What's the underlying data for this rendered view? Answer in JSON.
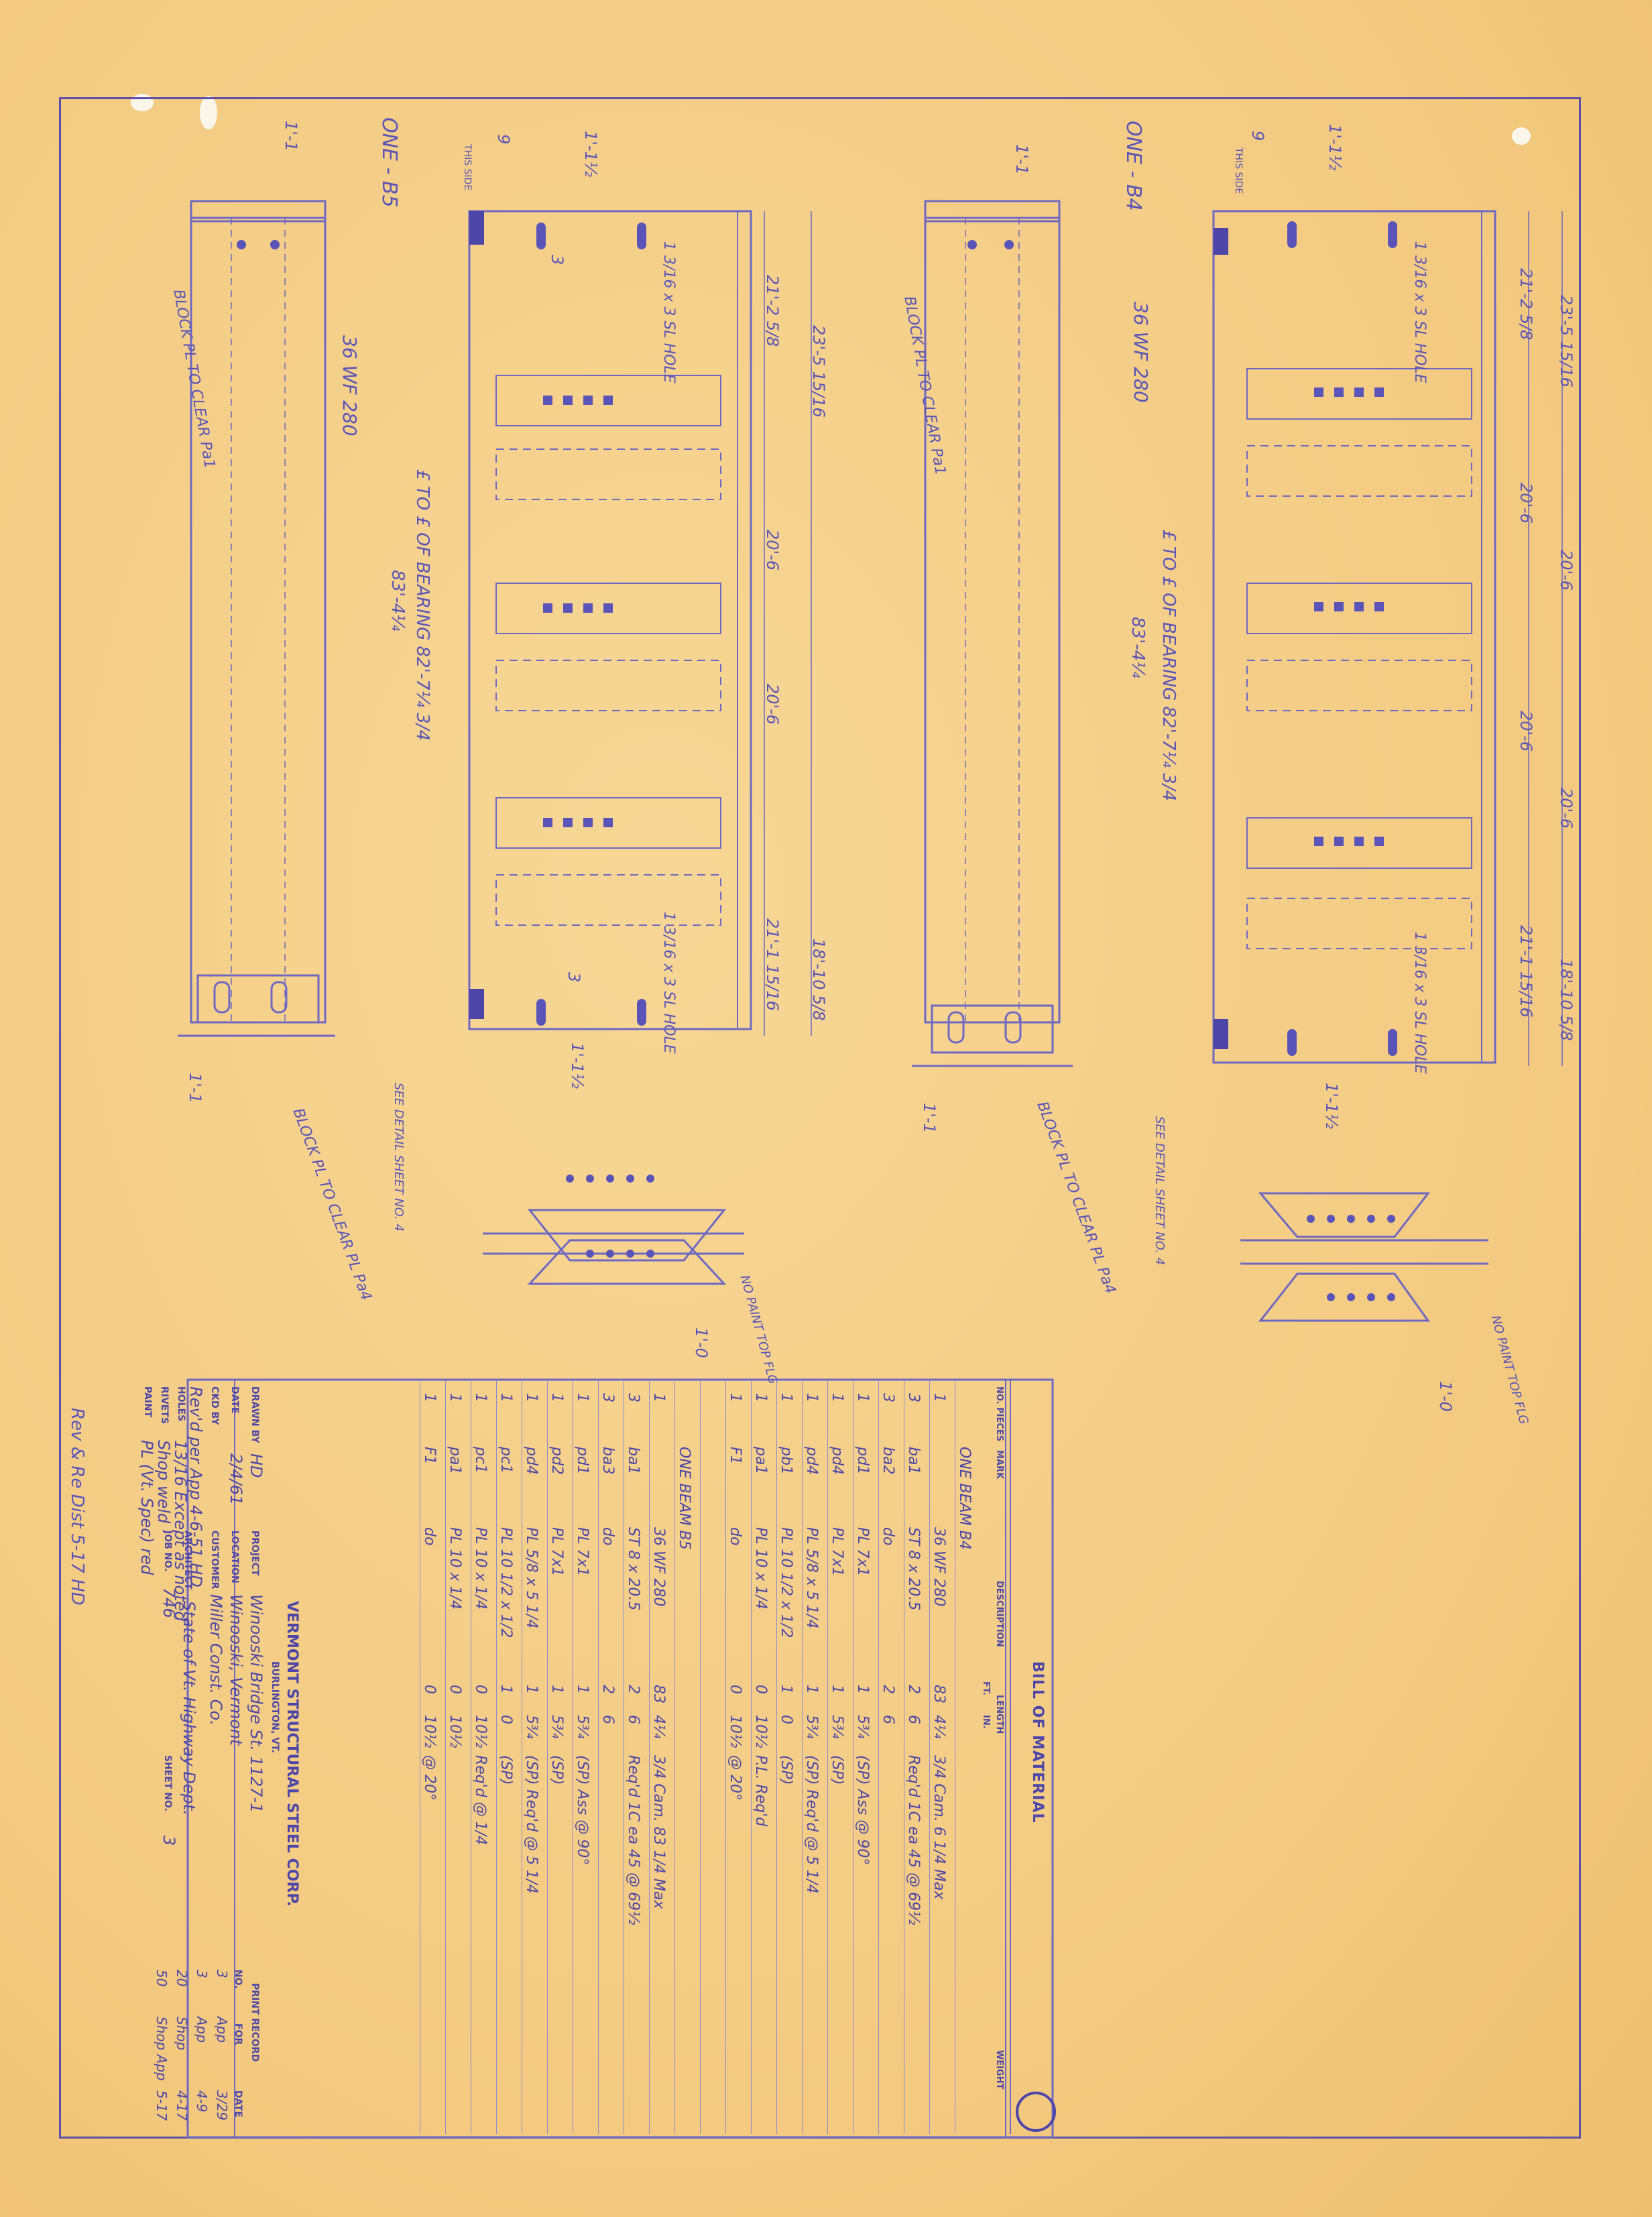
{
  "bom": {
    "title": "BILL OF MATERIAL",
    "headers": {
      "no_pieces": "NO. PIECES",
      "mark": "MARK",
      "description": "DESCRIPTION",
      "length": "LENGTH",
      "ft": "FT.",
      "in": "IN.",
      "weight": "WEIGHT"
    },
    "rows": [
      {
        "no": "",
        "mark": "ONE BEAM B4",
        "desc": "",
        "ft": "",
        "in": "",
        "note": ""
      },
      {
        "no": "1",
        "mark": "",
        "desc": "36 WF 280",
        "ft": "83",
        "in": "4¼",
        "note": "3/4 Cam. 6 1/4 Max"
      },
      {
        "no": "3",
        "mark": "ba1",
        "desc": "ST 8 x 20.5",
        "ft": "2",
        "in": "6",
        "note": "Req'd 1C ea 45 @ 69½"
      },
      {
        "no": "3",
        "mark": "ba2",
        "desc": "do",
        "ft": "2",
        "in": "6",
        "note": ""
      },
      {
        "no": "1",
        "mark": "pd1",
        "desc": "PL 7x1",
        "ft": "1",
        "in": "5¾",
        "note": "(SP) Ass @ 90°"
      },
      {
        "no": "1",
        "mark": "pd4",
        "desc": "PL 7x1",
        "ft": "1",
        "in": "5¾",
        "note": "(SP)"
      },
      {
        "no": "1",
        "mark": "pd4",
        "desc": "PL 5/8 x 5 1/4",
        "ft": "1",
        "in": "5¾",
        "note": "(SP) Req'd @ 5 1/4"
      },
      {
        "no": "1",
        "mark": "pb1",
        "desc": "PL 10 1/2 x 1/2",
        "ft": "1",
        "in": "0",
        "note": "(SP)"
      },
      {
        "no": "1",
        "mark": "pa1",
        "desc": "PL 10 x 1/4",
        "ft": "0",
        "in": "10½",
        "note": "P.L. Req'd"
      },
      {
        "no": "1",
        "mark": "F1",
        "desc": "do",
        "ft": "0",
        "in": "10½",
        "note": "@ 20°"
      },
      {
        "no": "",
        "mark": "",
        "desc": "",
        "ft": "",
        "in": "",
        "note": ""
      },
      {
        "no": "",
        "mark": "ONE BEAM B5",
        "desc": "",
        "ft": "",
        "in": "",
        "note": ""
      },
      {
        "no": "1",
        "mark": "",
        "desc": "36 WF 280",
        "ft": "83",
        "in": "4¼",
        "note": "3/4 Cam. 83 1/4 Max"
      },
      {
        "no": "3",
        "mark": "ba1",
        "desc": "ST 8 x 20.5",
        "ft": "2",
        "in": "6",
        "note": "Req'd 1C ea 45 @ 69½"
      },
      {
        "no": "3",
        "mark": "ba3",
        "desc": "do",
        "ft": "2",
        "in": "6",
        "note": ""
      },
      {
        "no": "1",
        "mark": "pd1",
        "desc": "PL 7x1",
        "ft": "1",
        "in": "5¾",
        "note": "(SP) Ass @ 90°"
      },
      {
        "no": "1",
        "mark": "pd2",
        "desc": "PL 7x1",
        "ft": "1",
        "in": "5¾",
        "note": "(SP)"
      },
      {
        "no": "1",
        "mark": "pd4",
        "desc": "PL 5/8 x 5 1/4",
        "ft": "1",
        "in": "5¾",
        "note": "(SP) Req'd @ 5 1/4"
      },
      {
        "no": "1",
        "mark": "pc1",
        "desc": "PL 10 1/2 x 1/2",
        "ft": "1",
        "in": "0",
        "note": "(SP)"
      },
      {
        "no": "1",
        "mark": "pc1",
        "desc": "PL 10 x 1/4",
        "ft": "0",
        "in": "10½",
        "note": "Req'd @ 1/4"
      },
      {
        "no": "1",
        "mark": "pa1",
        "desc": "PL 10 x 1/4",
        "ft": "0",
        "in": "10½",
        "note": ""
      },
      {
        "no": "1",
        "mark": "F1",
        "desc": "do",
        "ft": "0",
        "in": "10½",
        "note": "@ 20°"
      }
    ]
  },
  "title_block": {
    "company": "VERMONT STRUCTURAL STEEL CORP.",
    "city": "BURLINGTON, VT.",
    "labels": {
      "drawn_by": "DRAWN BY",
      "date": "DATE",
      "ckd_by": "CKD BY",
      "holes": "HOLES",
      "rivets": "RIVETS",
      "paint": "PAINT",
      "project": "PROJECT",
      "location": "LOCATION",
      "customer": "CUSTOMER",
      "architect": "ARCHITECT",
      "job_no": "JOB NO.",
      "sheet_no": "SHEET NO.",
      "print_record": "PRINT RECORD",
      "no": "NO.",
      "for": "FOR"
    },
    "values": {
      "drawn_by": "HD",
      "drawn_date": "2/4/61",
      "ckd_by": "Rev'd per App 4-6-51 HD",
      "holes": "13/16 Except as noted",
      "rivets": "Shop weld",
      "paint": "PL (Vt. Spec) red",
      "project": "Winooski Bridge St. 1127-1",
      "location": "Winooski, Vermont",
      "customer": "Miller Const. Co.",
      "architect": "State of Vt. Highway Dept.",
      "job_no": "746",
      "sheet_no": "3"
    },
    "print_record": [
      {
        "no": "3",
        "for": "App",
        "date": "3/29"
      },
      {
        "no": "3",
        "for": "App",
        "date": "4-9"
      },
      {
        "no": "20",
        "for": "Shop",
        "date": "4-17"
      },
      {
        "no": "50",
        "for": "Shop App",
        "date": "5-17"
      }
    ]
  },
  "margin_note": "Rev & Re Dist 5-17 HD",
  "drawing_labels": {
    "b5_title": "ONE - B5",
    "b4_title": "ONE - B4",
    "b5_section": "36 WF 280",
    "b4_section": "36 WF 280",
    "b5_bearing": "£ TO £ OF BEARING 82'-7¼ 3/4",
    "b5_overall": "83'-4¼",
    "b4_bearing": "£ TO £ OF BEARING 82'-7¼ 3/4",
    "b4_overall": "83'-4¼",
    "dim_20_6": "20'-6",
    "dim_21_2": "21'-2 5/8",
    "dim_23_5": "23'-5 15/16",
    "dim_18_10": "18'-10 5/8",
    "dim_21_1": "21'-1 15/16",
    "sl_hole": "1 3/16 x 3 SL HOLE",
    "block_top": "BLOCK PL TO CLEAR Pa1",
    "block_bot": "BLOCK PL TO CLEAR PL Pa4",
    "no_paint": "NO PAINT TOP FLG",
    "this_side": "THIS SIDE",
    "see_detail": "SEE DETAIL SHEET NO. 4",
    "dim_1_1": "1'-1",
    "dim_1_1_half": "1'-1½",
    "dim_1_0": "1'-0",
    "dim_9": "9",
    "dim_3": "3"
  }
}
